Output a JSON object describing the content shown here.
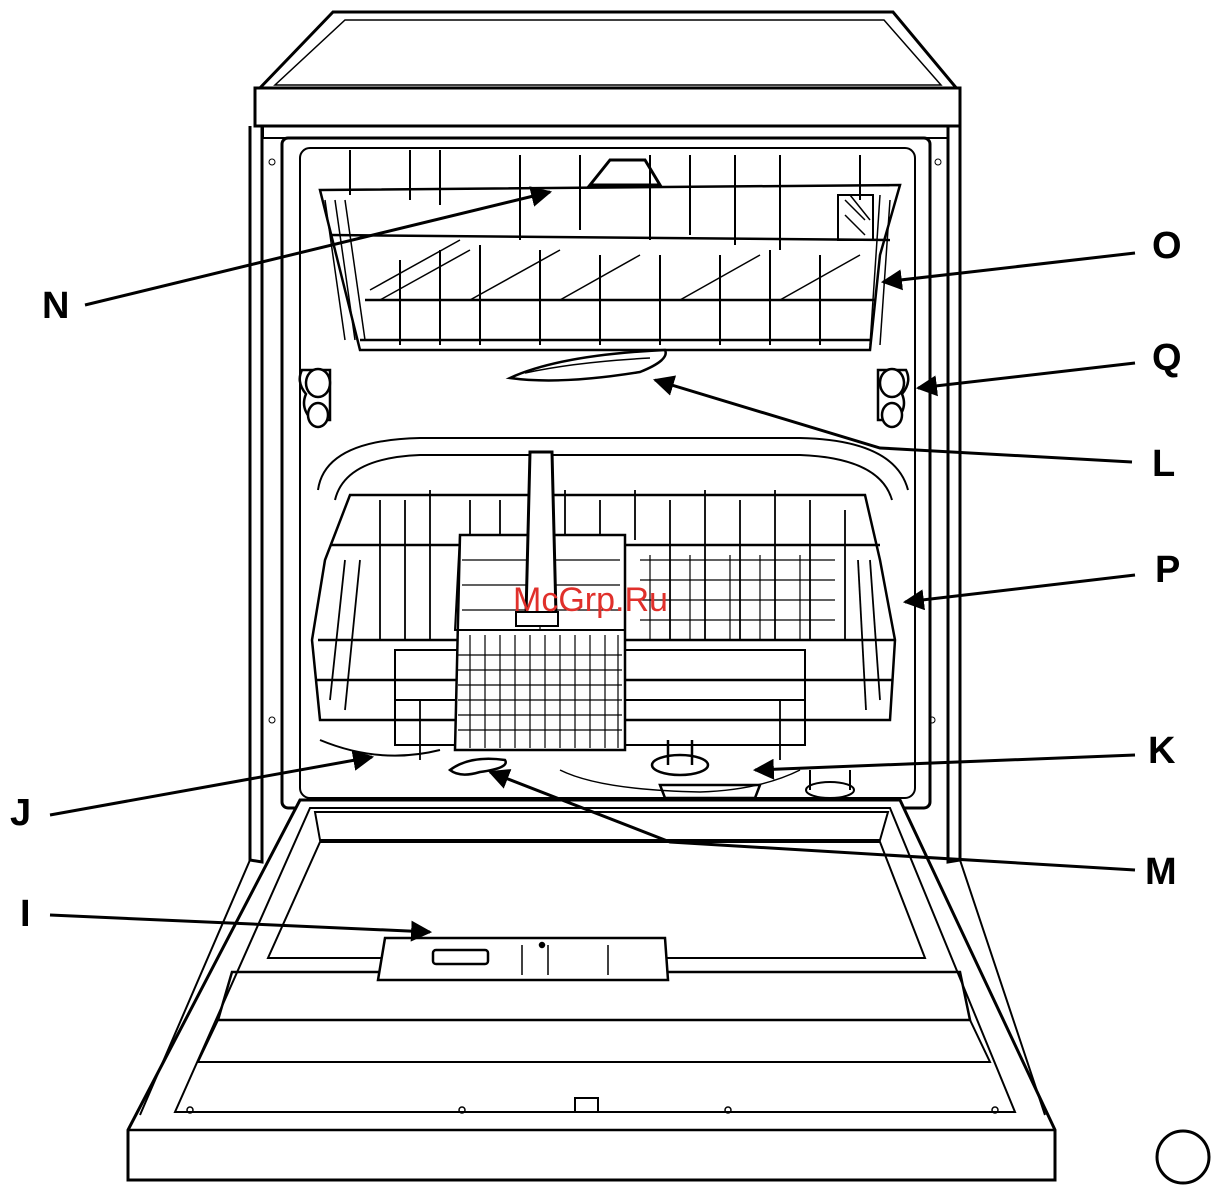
{
  "labels": {
    "N": "N",
    "O": "O",
    "Q": "Q",
    "L": "L",
    "P": "P",
    "K": "K",
    "J": "J",
    "M": "M",
    "I": "I"
  },
  "watermark": "McGrp.Ru",
  "colors": {
    "line": "#000000",
    "watermark": "#e0302b",
    "background": "#ffffff"
  }
}
